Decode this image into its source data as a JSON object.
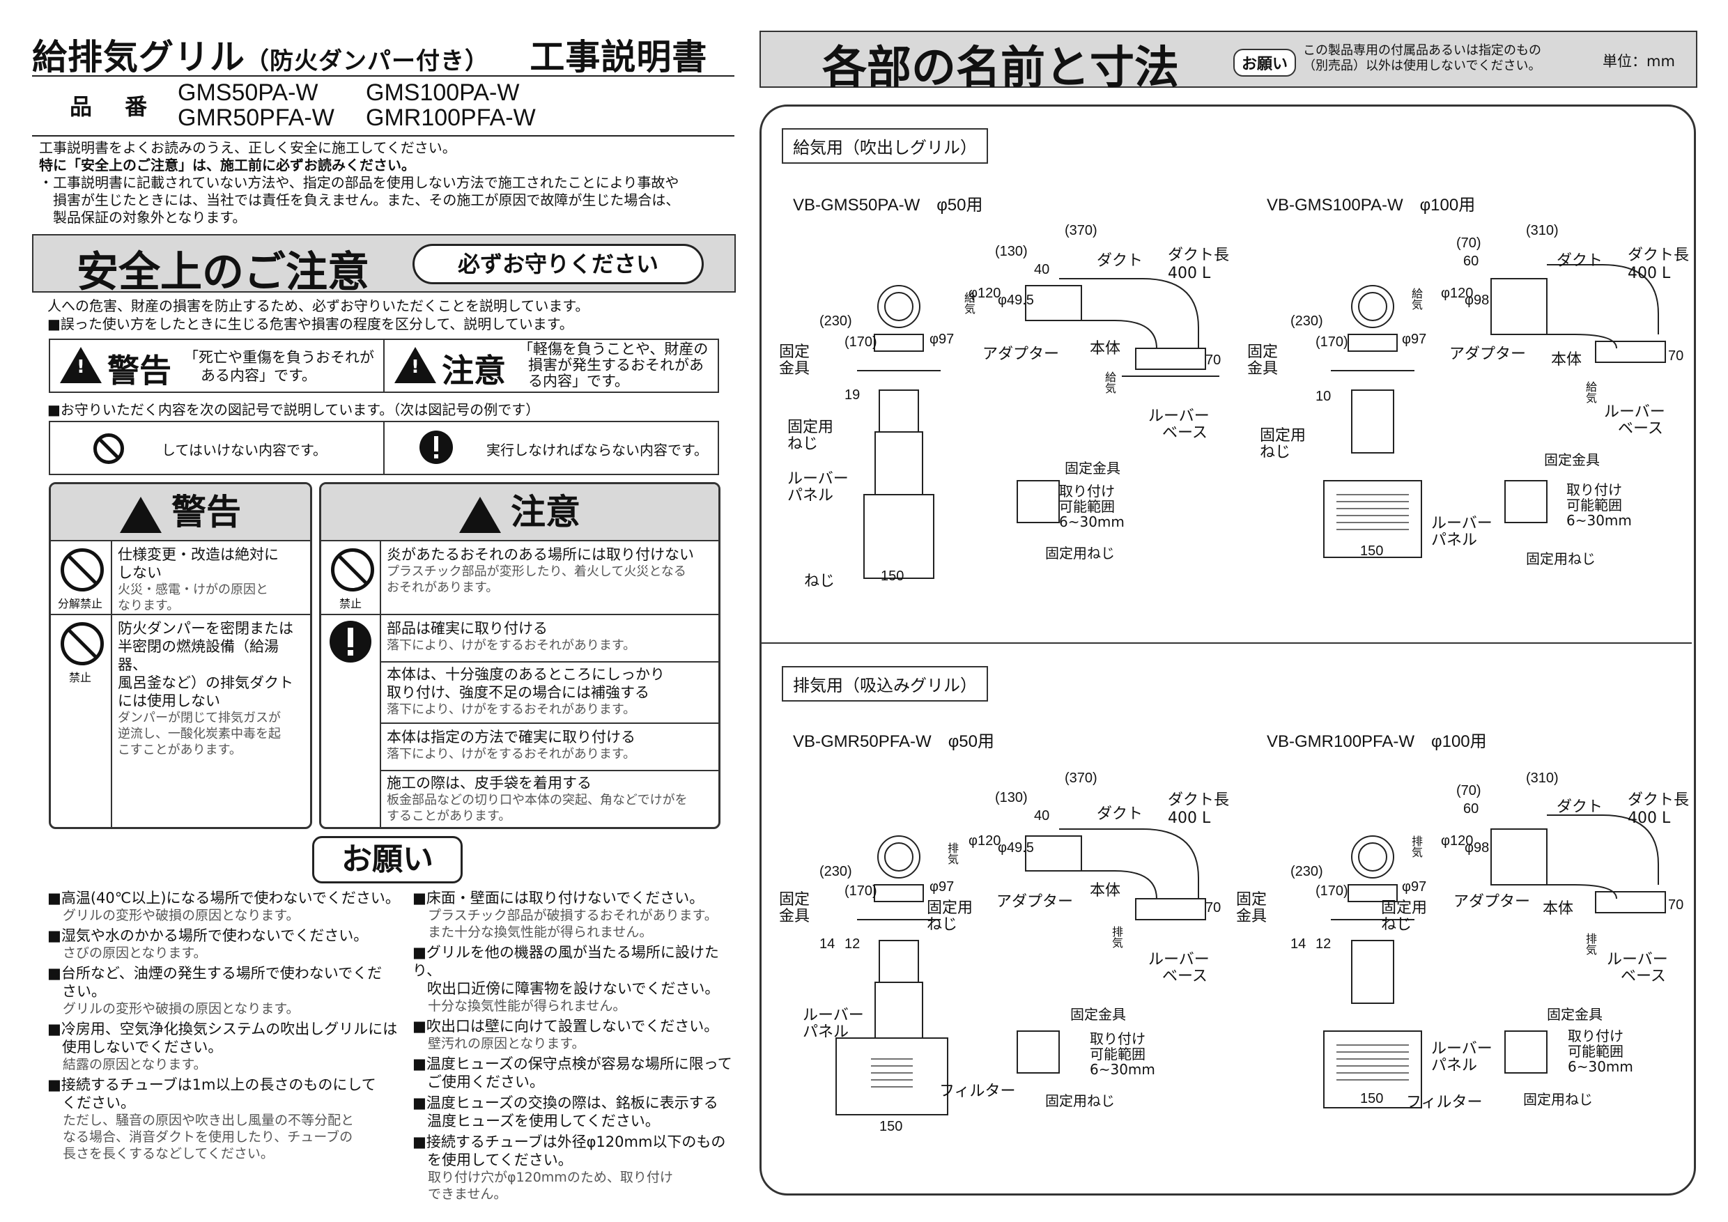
{
  "header": {
    "title": "給排気グリル",
    "title_paren": "（防火ダンパー付き）",
    "doc_type": "工事説明書",
    "part_no_label": "品 番",
    "part_numbers": [
      "GMS50PA-W",
      "GMS100PA-W",
      "GMR50PFA-W",
      "GMR100PFA-W"
    ]
  },
  "intro": [
    "工事説明書をよくお読みのうえ、正しく安全に施工してください。",
    "特に「安全上のご注意」は、施工前に必ずお読みください。",
    "・工事説明書に記載されていない方法や、指定の部品を使用しない方法で施工されたことにより事故や",
    "　損害が生じたときには、当社では責任を負えません。また、その施工が原因で故障が生じた場合は、",
    "　製品保証の対象外となります。"
  ],
  "safety": {
    "title": "安全上のご注意",
    "pill": "必ずお守りください",
    "lines": [
      "人への危害、財産の損害を防止するため、必ずお守りいただくことを説明しています。",
      "■誤った使い方をしたときに生じる危害や損害の程度を区分して、説明しています。"
    ],
    "warning_label": "警告",
    "warning_desc": [
      "「死亡や重傷を負うおそれが",
      "ある内容」です。"
    ],
    "caution_label": "注意",
    "caution_desc": [
      "「軽傷を負うことや、財産の",
      "損害が発生するおそれがあ",
      "る内容」です。"
    ],
    "symbols_line": "■お守りいただく内容を次の図記号で説明しています。（次は図記号の例です）",
    "symbol_prohibit": "してはいけない内容です。",
    "symbol_mandatory": "実行しなければならない内容です。"
  },
  "warning_col": {
    "title": "警告",
    "rows": [
      {
        "icon_label": "分解禁止",
        "head": [
          "仕様変更・改造は絶対に",
          "しない"
        ],
        "note": [
          "火災・感電・けがの原因と",
          "なります。"
        ]
      },
      {
        "icon_label": "禁止",
        "head": [
          "防火ダンパーを密閉または",
          "半密閉の燃焼設備（給湯器、",
          "風呂釜など）の排気ダクト",
          "には使用しない"
        ],
        "note": [
          "ダンパーが閉じて排気ガスが",
          "逆流し、一酸化炭素中毒を起",
          "こすことがあります。"
        ]
      }
    ]
  },
  "caution_col": {
    "title": "注意",
    "rows": [
      {
        "icon_label": "禁止",
        "head": [
          "炎があたるおそれのある場所には取り付けない"
        ],
        "note": [
          "プラスチック部品が変形したり、着火して火災となる",
          "おそれがあります。"
        ]
      },
      {
        "head": [
          "部品は確実に取り付ける"
        ],
        "note": [
          "落下により、けがをするおそれがあります。"
        ]
      },
      {
        "head": [
          "本体は、十分強度のあるところにしっかり",
          "取り付け、強度不足の場合には補強する"
        ],
        "note": [
          "落下により、けがをするおそれがあります。"
        ]
      },
      {
        "head": [
          "本体は指定の方法で確実に取り付ける"
        ],
        "note": [
          "落下により、けがをするおそれがあります。"
        ]
      },
      {
        "head": [
          "施工の際は、皮手袋を着用する"
        ],
        "note": [
          "板金部品などの切り口や本体の突起、角などでけがを",
          "することがあります。"
        ]
      }
    ]
  },
  "requests": {
    "title": "お願い",
    "left": [
      {
        "head": [
          "■高温(40℃以上)になる場所で使わないでください。"
        ],
        "note": [
          "グリルの変形や破損の原因となります。"
        ]
      },
      {
        "head": [
          "■湿気や水のかかる場所で使わないでください。"
        ],
        "note": [
          "さびの原因となります。"
        ]
      },
      {
        "head": [
          "■台所など、油煙の発生する場所で使わないでくだ",
          "　さい。"
        ],
        "note": [
          "グリルの変形や破損の原因となります。"
        ]
      },
      {
        "head": [
          "■冷房用、空気浄化換気システムの吹出しグリルには",
          "　使用しないでください。"
        ],
        "note": [
          "結露の原因となります。"
        ]
      },
      {
        "head": [
          "■接続するチューブは1m以上の長さのものにして",
          "　ください。"
        ],
        "note": [
          "ただし、騒音の原因や吹き出し風量の不等分配と",
          "なる場合、消音ダクトを使用したり、チューブの",
          "長さを長くするなどしてください。"
        ]
      }
    ],
    "right": [
      {
        "head": [
          "■床面・壁面には取り付けないでください。"
        ],
        "note": [
          "プラスチック部品が破損するおそれがあります。",
          "また十分な換気性能が得られません。"
        ]
      },
      {
        "head": [
          "■グリルを他の機器の風が当たる場所に設けたり、",
          "　吹出口近傍に障害物を設けないでください。"
        ],
        "note": [
          "十分な換気性能が得られません。"
        ]
      },
      {
        "head": [
          "■吹出口は壁に向けて設置しないでください。"
        ],
        "note": [
          "壁汚れの原因となります。"
        ]
      },
      {
        "head": [
          "■温度ヒューズの保守点検が容易な場所に限って",
          "　ご使用ください。"
        ],
        "note": []
      },
      {
        "head": [
          "■温度ヒューズの交換の際は、銘板に表示する",
          "　温度ヒューズを使用してください。"
        ],
        "note": []
      },
      {
        "head": [
          "■接続するチューブは外径φ120mm以下のもの",
          "　を使用してください。"
        ],
        "note": [
          "取り付け穴がφ120mmのため、取り付け",
          "できません。"
        ]
      }
    ]
  },
  "dimensions": {
    "title": "各部の名前と寸法",
    "onegai": "お願い",
    "onegai_text": [
      "この製品専用の付属品あるいは指定のもの",
      "（別売品）以外は使用しないでください。"
    ],
    "unit": "単位：mm",
    "supply_label": "給気用（吹出しグリル）",
    "exhaust_label": "排気用（吸込みグリル）",
    "models": {
      "s50": "VB-GMS50PA-W　φ50用",
      "s100": "VB-GMS100PA-W　φ100用",
      "r50": "VB-GMR50PFA-W　φ50用",
      "r100": "VB-GMR100PFA-W　φ100用"
    },
    "labels": {
      "duct": "ダクト",
      "duct_len": "ダクト長",
      "duct_len_val": "400 L",
      "adapter": "アダプター",
      "body": "本体",
      "kotei_kanagu": "固定金具",
      "kotei_kanagu_2": [
        "固定",
        "金具"
      ],
      "kotei_neji": "固定用ねじ",
      "kotei_neji_2": [
        "固定用",
        "ねじ"
      ],
      "louver_base": [
        "ルーバー",
        "ベース"
      ],
      "louver_panel": [
        "ルーバー",
        "パネル"
      ],
      "neji": "ねじ",
      "filter": "フィルター",
      "range": [
        "取り付け",
        "可能範囲",
        "6~30mm"
      ],
      "kyuki": [
        "給",
        "気"
      ],
      "haiki": [
        "排",
        "気"
      ]
    },
    "dims50": {
      "w370": "(370)",
      "w130": "(130)",
      "w40": "40",
      "d120": "φ120",
      "d49": "φ49.5",
      "d97": "φ97",
      "h230": "(230)",
      "h170": "(170)",
      "h70": "70",
      "h19": "19",
      "h14": "14",
      "h12": "12",
      "s150": "150"
    },
    "dims100": {
      "w310": "(310)",
      "w70": "(70)",
      "w60": "60",
      "d120": "φ120",
      "d98": "φ98",
      "d97": "φ97",
      "h230": "(230)",
      "h170": "(170)",
      "h70": "70",
      "h10": "10",
      "h14": "14",
      "h12": "12",
      "s150": "150"
    }
  }
}
